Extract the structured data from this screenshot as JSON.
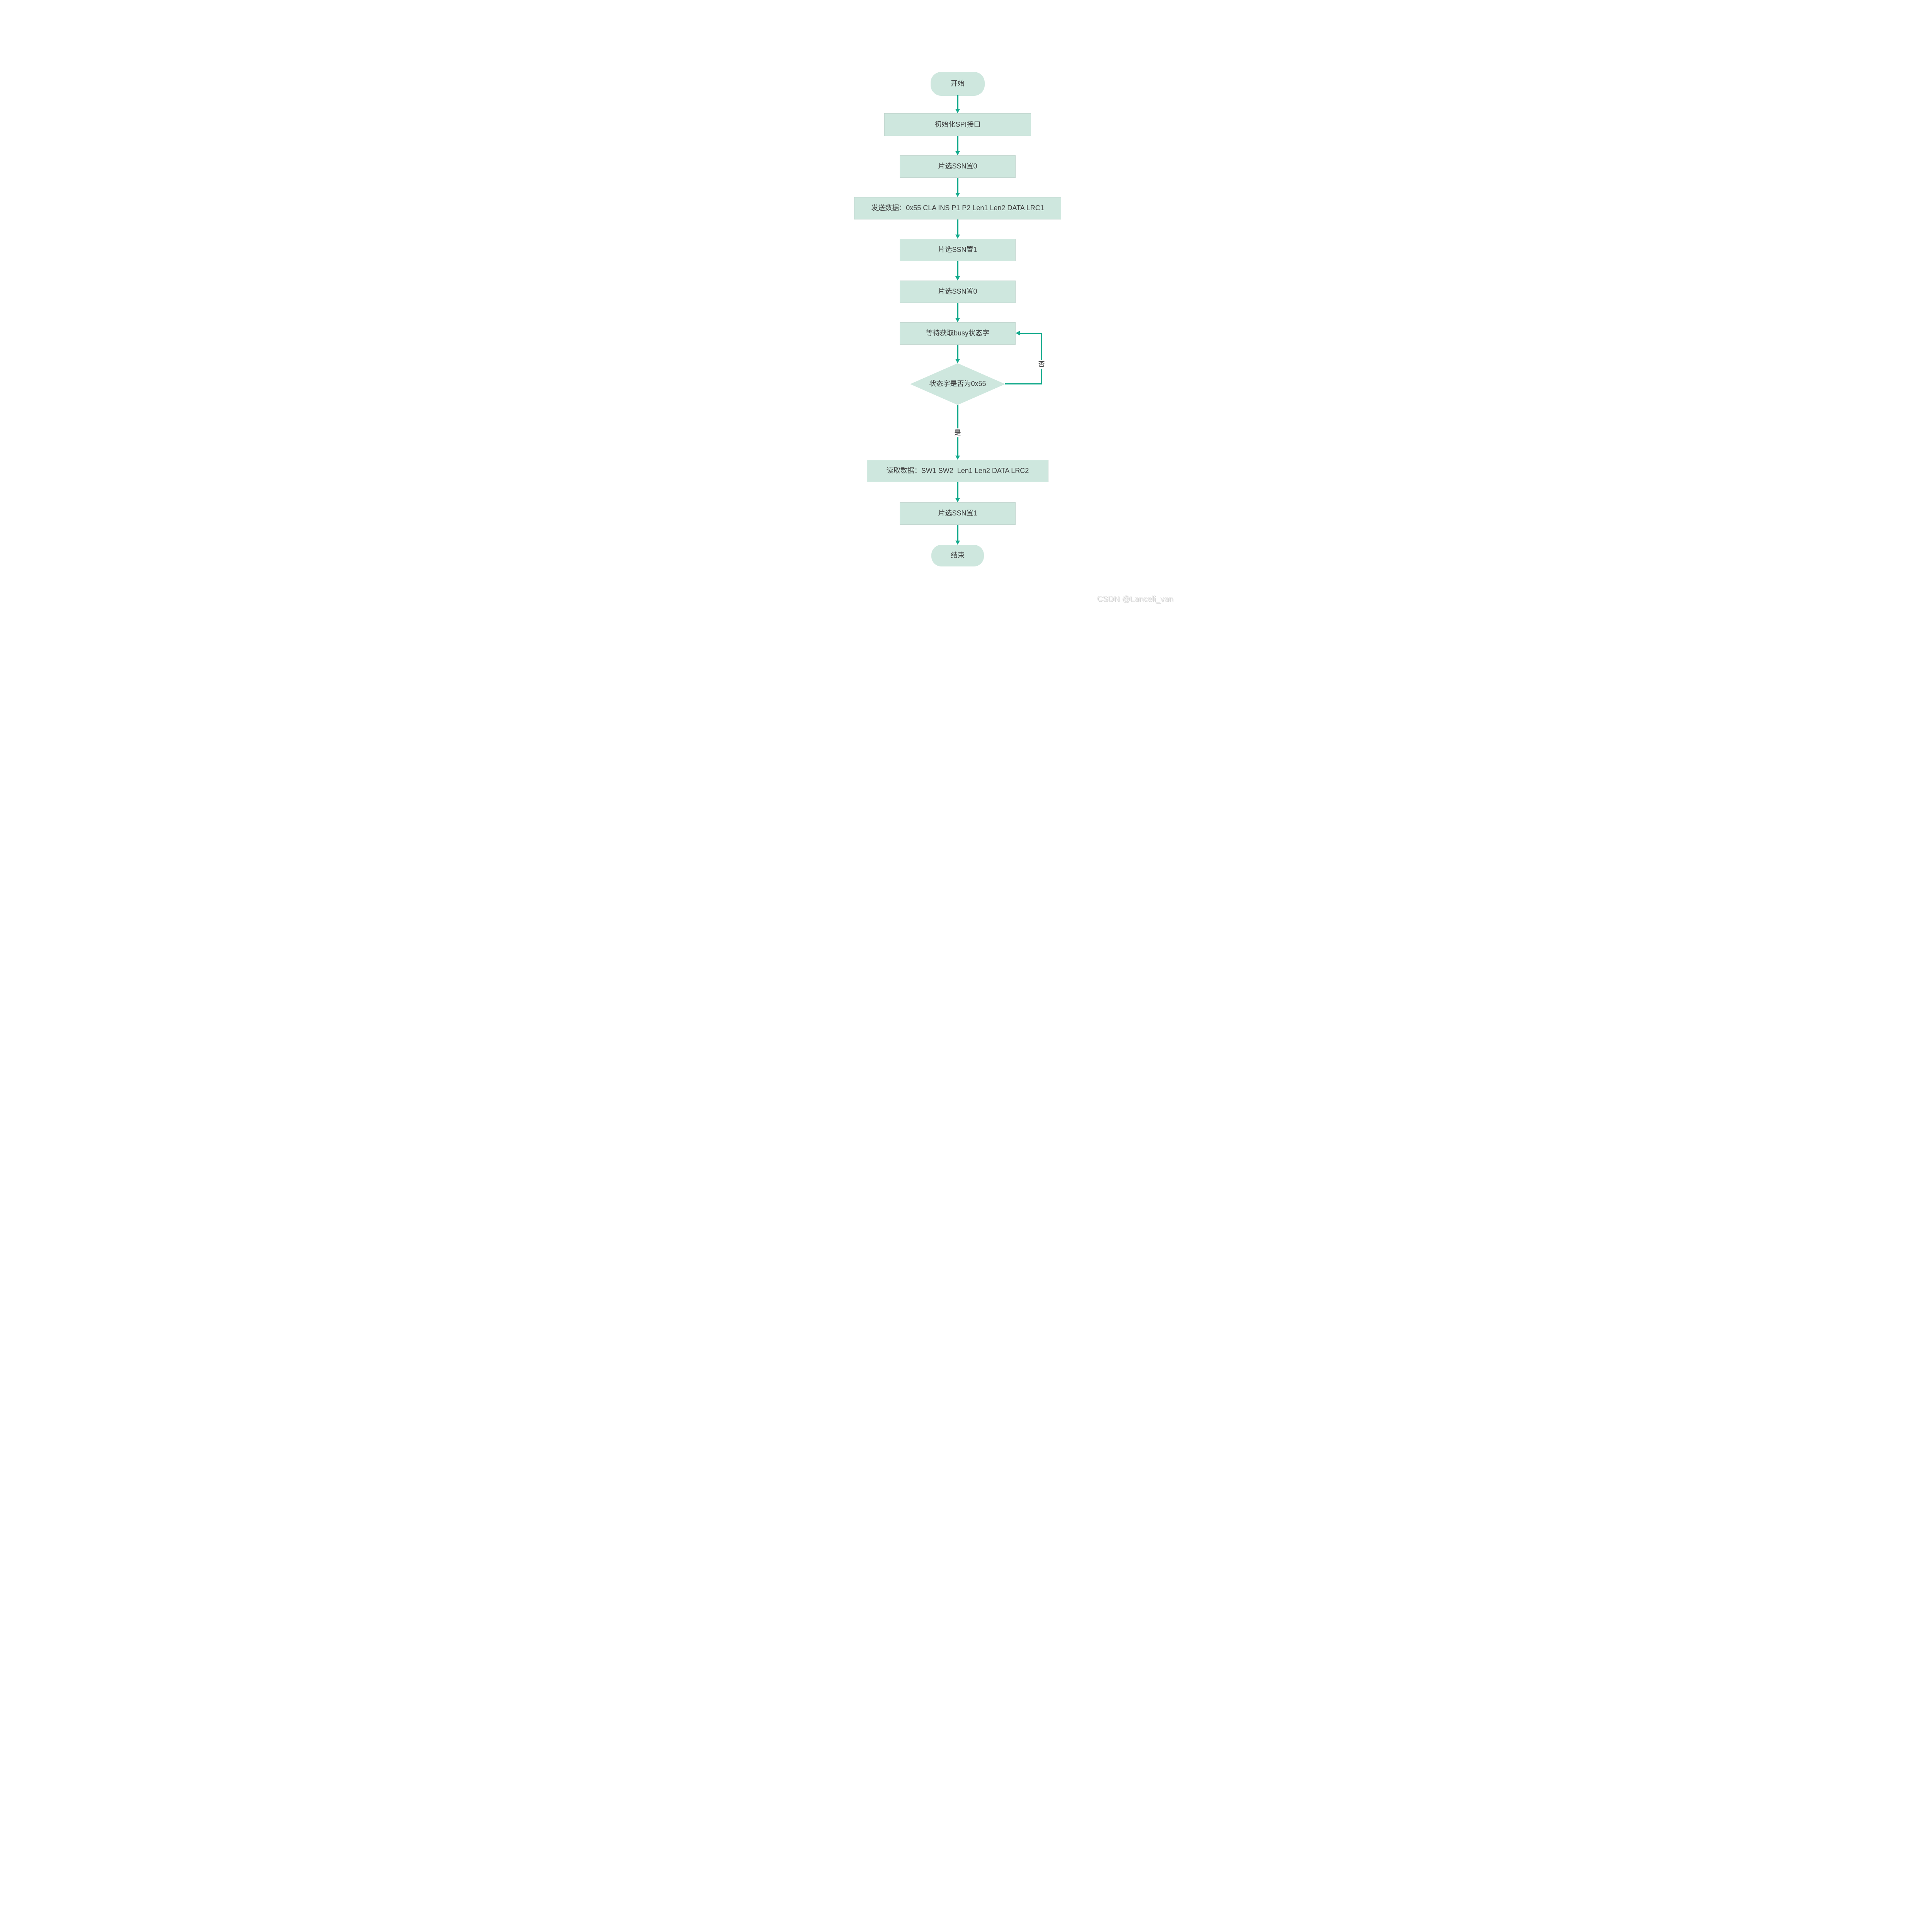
{
  "diagram": {
    "type": "flowchart",
    "nodes": [
      {
        "id": "start",
        "shape": "terminator",
        "label": "开始"
      },
      {
        "id": "init_spi",
        "shape": "process",
        "label": "初始化SPI接口"
      },
      {
        "id": "ssn_low_1",
        "shape": "process",
        "label": "片选SSN置0"
      },
      {
        "id": "send_data",
        "shape": "process",
        "label": "发送数据：0x55 CLA INS P1 P2 Len1 Len2 DATA LRC1"
      },
      {
        "id": "ssn_high_1",
        "shape": "process",
        "label": "片选SSN置1"
      },
      {
        "id": "ssn_low_2",
        "shape": "process",
        "label": "片选SSN置0"
      },
      {
        "id": "wait_busy",
        "shape": "process",
        "label": "等待获取busy状态字"
      },
      {
        "id": "status_check",
        "shape": "decision",
        "label": "状态字是否为0x55"
      },
      {
        "id": "read_data",
        "shape": "process",
        "label": "读取数据：SW1 SW2  Len1 Len2 DATA LRC2"
      },
      {
        "id": "ssn_high_2",
        "shape": "process",
        "label": "片选SSN置1"
      },
      {
        "id": "end",
        "shape": "terminator",
        "label": "结束"
      }
    ],
    "edge_labels": {
      "no": "否",
      "yes": "是"
    },
    "colors": {
      "node_fill": "#cee7de",
      "node_border": "#c4d8d1",
      "connector": "#16ab8d",
      "text": "#3f4040",
      "watermark_text": "#e9e9e9",
      "watermark_shadow": "#d5d5d5",
      "background": "#ffffff"
    }
  },
  "watermark": {
    "text": "CSDN @Lanceli_van"
  }
}
